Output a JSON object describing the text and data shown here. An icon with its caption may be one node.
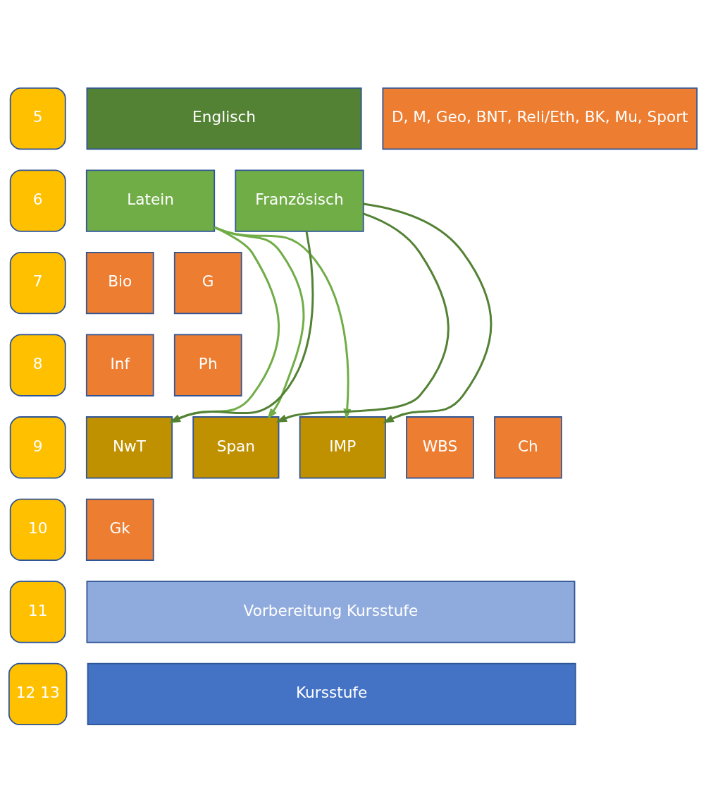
{
  "diagram": {
    "nodes": [
      {
        "text": [
          "5"
        ]
      },
      {
        "text": [
          "Englisch"
        ]
      },
      {
        "text": [
          "D, M, Geo, BNT, Reli/Eth, BK, Mu, Sport"
        ]
      },
      {
        "text": [
          "6"
        ]
      },
      {
        "text": [
          "Latein"
        ]
      },
      {
        "text": [
          "Französisch"
        ]
      },
      {
        "text": [
          "7"
        ]
      },
      {
        "text": [
          "Bio"
        ]
      },
      {
        "text": [
          "G"
        ]
      },
      {
        "text": [
          "8"
        ]
      },
      {
        "text": [
          "Inf"
        ]
      },
      {
        "text": [
          "Ph"
        ]
      },
      {
        "text": [
          "9"
        ]
      },
      {
        "text": [
          "NwT"
        ]
      },
      {
        "text": [
          "Span"
        ]
      },
      {
        "text": [
          "IMP"
        ]
      },
      {
        "text": [
          "WBS"
        ]
      },
      {
        "text": [
          "Ch"
        ]
      },
      {
        "text": [
          "10"
        ]
      },
      {
        "text": [
          "Gk"
        ]
      },
      {
        "text": [
          "11"
        ]
      },
      {
        "text": [
          "Vorbereitung Kursstufe"
        ]
      },
      {
        "text": [
          "12 13"
        ]
      },
      {
        "text": [
          "Kursstufe"
        ]
      }
    ],
    "edges": [
      {
        "from": 4,
        "to": 13,
        "arrow": "to",
        "color": "#70ad47"
      },
      {
        "from": 4,
        "to": 14,
        "arrow": "to",
        "color": "#70ad47"
      },
      {
        "from": 4,
        "to": 15,
        "arrow": "to",
        "color": "#70ad47"
      },
      {
        "from": 5,
        "to": 13,
        "arrow": "to",
        "color": "#548235"
      },
      {
        "from": 5,
        "to": 14,
        "arrow": "to",
        "color": "#548235"
      },
      {
        "from": 5,
        "to": 15,
        "arrow": "to",
        "color": "#548235"
      }
    ]
  }
}
